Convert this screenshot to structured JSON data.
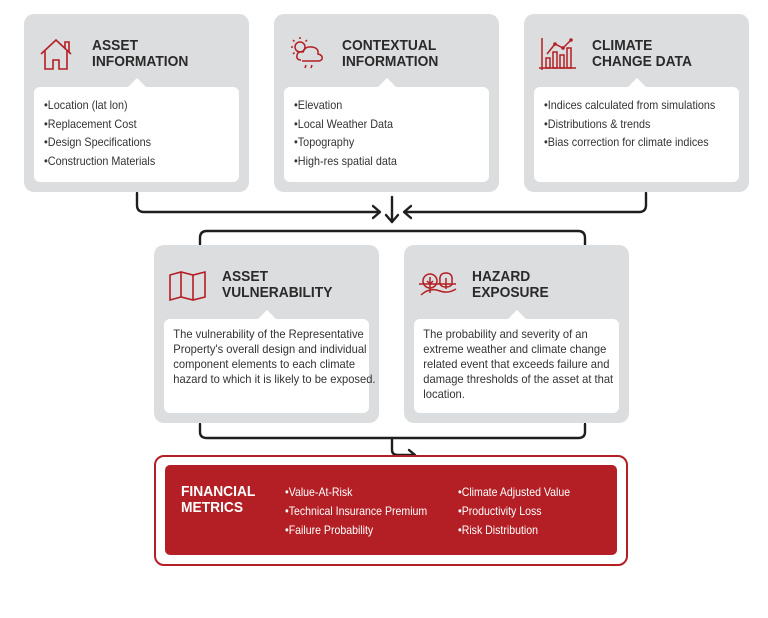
{
  "colors": {
    "accent_red": "#b31f24",
    "card_gray": "#dcdddf",
    "connector": "#1e1e1e",
    "text_dark": "#2a2a2a"
  },
  "inputs": [
    {
      "icon": "house-icon",
      "title_line1": "ASSET",
      "title_line2": "INFORMATION",
      "items": [
        "Location (lat lon)",
        "Replacement Cost",
        "Design Specifications",
        "Construction Materials"
      ]
    },
    {
      "icon": "sun-cloud-rain-icon",
      "title_line1": "CONTEXTUAL",
      "title_line2": "INFORMATION",
      "items": [
        "Elevation",
        "Local Weather Data",
        "Topography",
        "High-res spatial data"
      ]
    },
    {
      "icon": "bar-line-chart-icon",
      "title_line1": "CLIMATE",
      "title_line2": "CHANGE DATA",
      "items": [
        "Indices calculated from simulations",
        "Distributions & trends",
        "Bias correction for climate indices"
      ]
    }
  ],
  "analysis": [
    {
      "icon": "folded-map-icon",
      "title_line1": "ASSET",
      "title_line2": "VULNERABILITY",
      "description": "The vulnerability of the Representative Property's overall design and individual component elements to each climate hazard to which it is likely to be exposed."
    },
    {
      "icon": "trees-landscape-icon",
      "title_line1": "HAZARD",
      "title_line2": "EXPOSURE",
      "description": "The probability and severity of an extreme weather and climate change related event that exceeds failure and damage thresholds of the asset at that location."
    }
  ],
  "output": {
    "title_line1": "FINANCIAL",
    "title_line2": "METRICS",
    "col1": [
      "Value-At-Risk",
      "Technical Insurance Premium",
      "Failure Probability"
    ],
    "col2": [
      "Climate Adjusted Value",
      "Productivity Loss",
      "Risk Distribution"
    ]
  }
}
